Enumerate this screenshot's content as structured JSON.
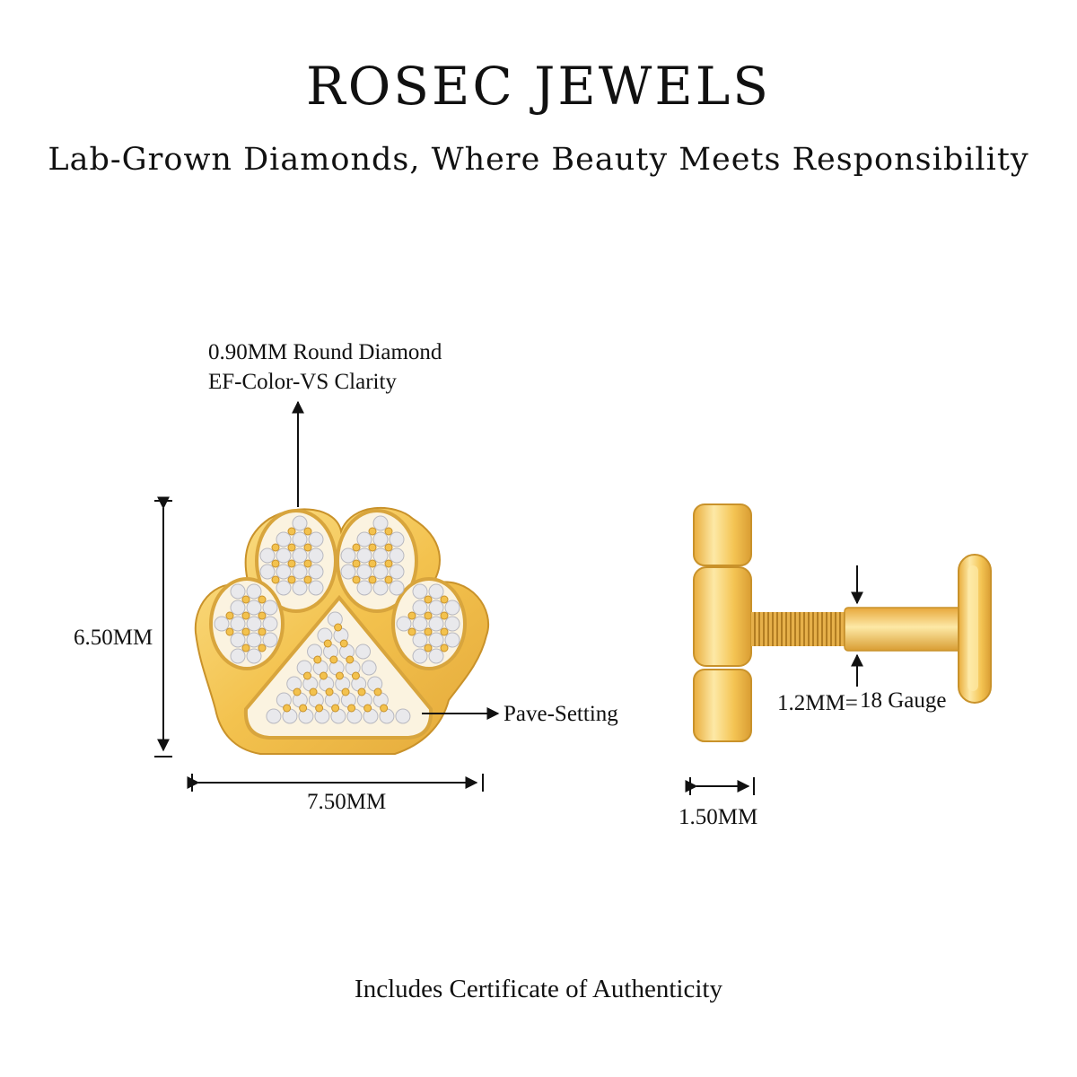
{
  "header": {
    "brand": "ROSEC JEWELS",
    "tagline": "Lab-Grown Diamonds, Where Beauty Meets Responsibility"
  },
  "front_view": {
    "diamond_label_line1": "0.90MM Round Diamond",
    "diamond_label_line2": "EF-Color-VS Clarity",
    "height_label": "6.50MM",
    "width_label": "7.50MM",
    "setting_label": "Pave-Setting"
  },
  "side_view": {
    "gauge_label_a": "1.2MM=",
    "gauge_label_b": "18 Gauge",
    "thickness_label": "1.50MM"
  },
  "footer": {
    "text": "Includes Certificate of Authenticity"
  },
  "colors": {
    "gold": "#f3c24e",
    "gold_light": "#fde9a6",
    "gold_dark": "#c9922a",
    "diamond": "#e9e9ec",
    "ink": "#111111"
  }
}
